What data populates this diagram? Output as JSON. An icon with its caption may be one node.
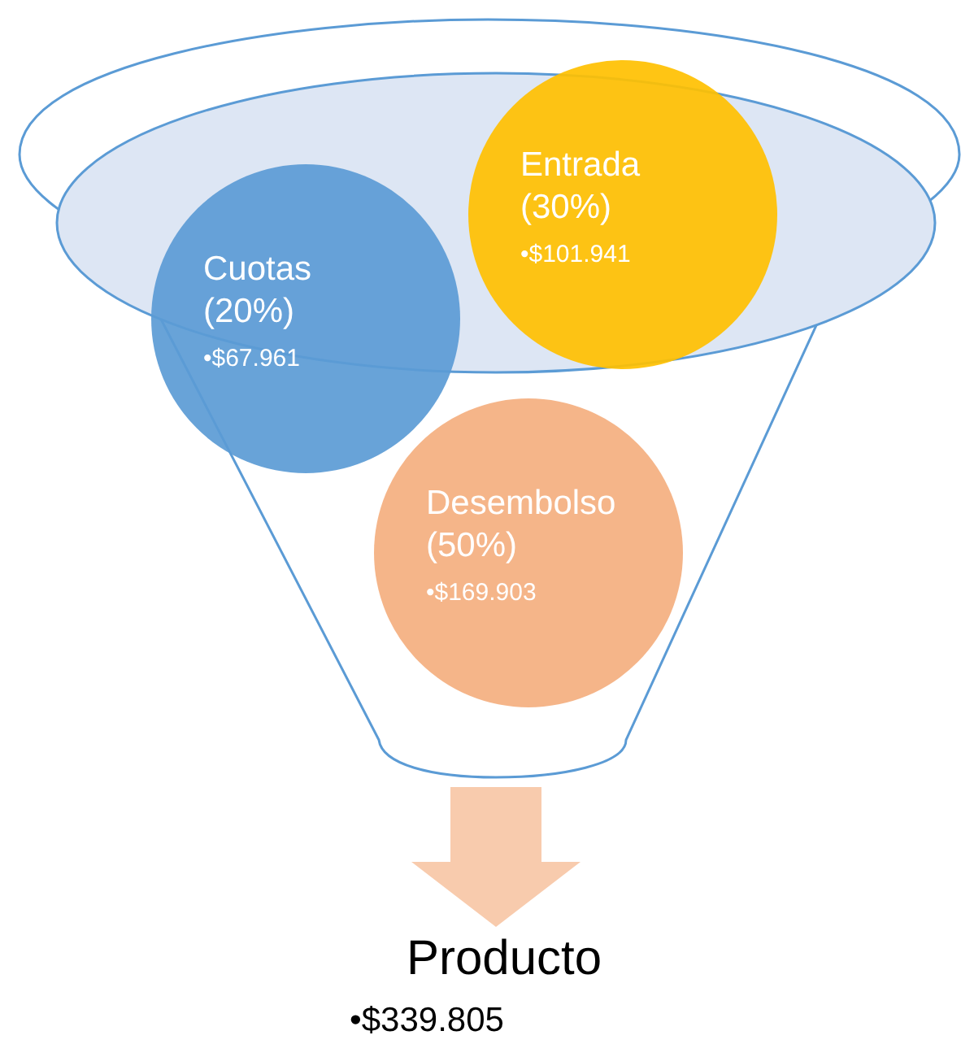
{
  "diagram": {
    "nodes": [
      {
        "text": [],
        "shape": "funnel"
      },
      {
        "text": [
          "Cuotas (20%)",
          "•$67.961"
        ],
        "in": 0
      },
      {
        "text": [
          "Entrada (30%)",
          "•$101.941"
        ],
        "in": 0
      },
      {
        "text": [
          "Desembolso (50%)",
          "•$169.903"
        ],
        "in": 0
      },
      {
        "text": [
          "Producto",
          "•$339.805"
        ]
      }
    ],
    "edges": [
      {
        "from": 0,
        "to": 4,
        "arrow": "to"
      }
    ]
  }
}
